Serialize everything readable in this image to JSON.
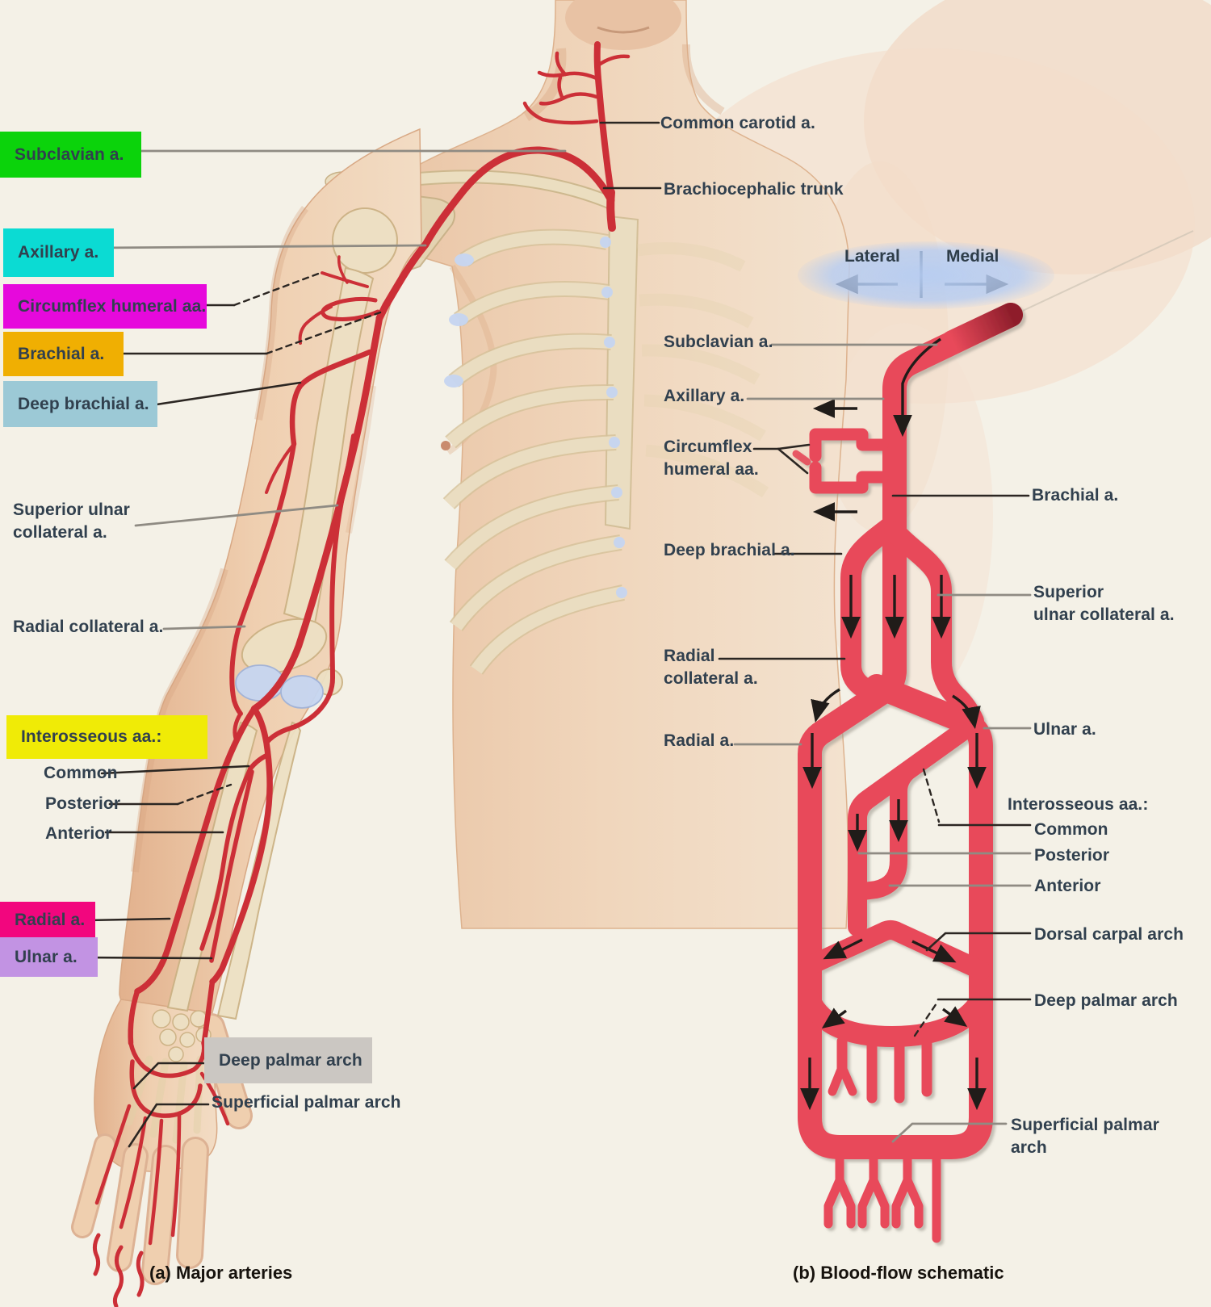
{
  "panel_a": {
    "caption": "(a) Major arteries",
    "labels": {
      "common_carotid": {
        "text": "Common carotid a."
      },
      "brachiocephalic": {
        "text": "Brachiocephalic trunk"
      },
      "subclavian": {
        "text": "Subclavian a.",
        "highlight": "#0BD30B"
      },
      "axillary": {
        "text": "Axillary a.",
        "highlight": "#0BDBD3"
      },
      "circumflex": {
        "text": "Circumflex humeral aa.",
        "highlight": "#E609DC"
      },
      "brachial": {
        "text": "Brachial a.",
        "highlight": "#F0AF02"
      },
      "deep_brachial": {
        "text": "Deep brachial a.",
        "highlight": "#9CC9D6"
      },
      "superior_ulnar_collateral": {
        "text": "Superior ulnar\ncollateral a."
      },
      "radial_collateral": {
        "text": "Radial collateral a."
      },
      "interosseous": {
        "text": "Interosseous aa.:",
        "highlight": "#F0EB06"
      },
      "interosseous_common": {
        "text": "Common"
      },
      "interosseous_posterior": {
        "text": "Posterior"
      },
      "interosseous_anterior": {
        "text": "Anterior"
      },
      "radial": {
        "text": "Radial a.",
        "highlight": "#F2067E"
      },
      "ulnar": {
        "text": "Ulnar a.",
        "highlight": "#C293E3"
      },
      "deep_palmar_arch": {
        "text": "Deep palmar arch",
        "highlight": "#CBC7C2"
      },
      "superficial_palmar_arch": {
        "text": "Superficial palmar arch"
      }
    }
  },
  "panel_b": {
    "caption": "(b) Blood-flow schematic",
    "compass": {
      "left": "Lateral",
      "right": "Medial"
    },
    "labels": {
      "subclavian": {
        "text": "Subclavian a."
      },
      "axillary": {
        "text": "Axillary a."
      },
      "circumflex": {
        "text": "Circumflex\nhumeral aa."
      },
      "brachial": {
        "text": "Brachial a."
      },
      "deep_brachial": {
        "text": "Deep brachial a."
      },
      "superior_ulnar_collateral": {
        "text": "Superior\nulnar collateral a."
      },
      "radial_collateral": {
        "text": "Radial\ncollateral a."
      },
      "radial": {
        "text": "Radial a."
      },
      "ulnar": {
        "text": "Ulnar a."
      },
      "interosseous": {
        "text": "Interosseous aa.:"
      },
      "interosseous_common": {
        "text": "Common"
      },
      "interosseous_posterior": {
        "text": "Posterior"
      },
      "interosseous_anterior": {
        "text": "Anterior"
      },
      "dorsal_carpal_arch": {
        "text": "Dorsal carpal arch"
      },
      "deep_palmar_arch": {
        "text": "Deep palmar arch"
      },
      "superficial_palmar_arch": {
        "text": "Superficial palmar\narch"
      }
    }
  },
  "colors": {
    "schematic_vessel_red": "#E8495A",
    "vessel_dark_red": "#8E1E2B",
    "artery_red": "#CC2F37",
    "label_text": "#31404E",
    "leader_gray": "#8F8B83",
    "leader_black": "#2B2622",
    "background_cream": "#F4F1E7",
    "compass_blue": "#B5CCF2",
    "bone_cream": "#EDE0C3",
    "joint_blue": "#C6D5F1",
    "skin_tone": "#EFD2B9"
  }
}
